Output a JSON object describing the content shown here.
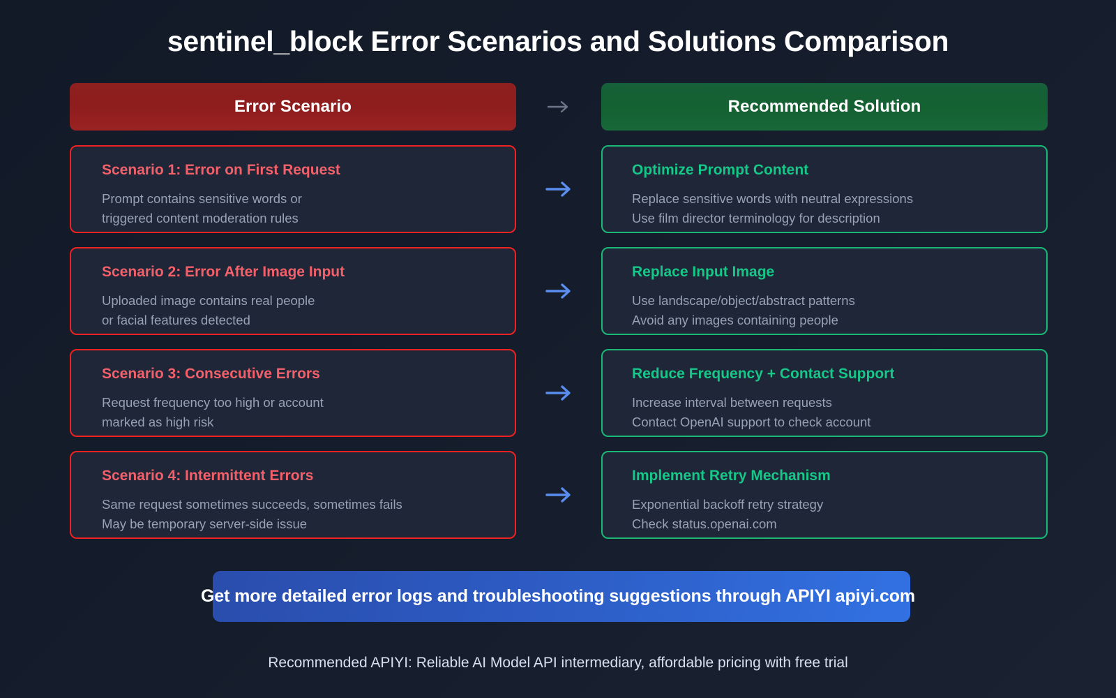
{
  "page": {
    "title": "sentinel_block Error Scenarios and Solutions Comparison",
    "background_color": "#151d2c"
  },
  "headers": {
    "left_label": "Error Scenario",
    "left_color": "#8e1d1d",
    "right_label": "Recommended Solution",
    "right_color": "#146131",
    "arrow_icon": "arrow-right-icon",
    "arrow_color": "#6d7789"
  },
  "rows": [
    {
      "arrow_icon": "arrow-right-icon",
      "error": {
        "title": "Scenario 1: Error on First Request",
        "line1": "Prompt contains sensitive words or",
        "line2": "triggered content moderation rules",
        "border_color": "#f02121",
        "title_color": "#f4606a"
      },
      "solution": {
        "title": "Optimize Prompt Content",
        "line1": "Replace sensitive words with neutral expressions",
        "line2": "Use film director terminology for description",
        "border_color": "#19b877",
        "title_color": "#16c788"
      }
    },
    {
      "arrow_icon": "arrow-right-icon",
      "error": {
        "title": "Scenario 2: Error After Image Input",
        "line1": "Uploaded image contains real people",
        "line2": "or facial features detected",
        "border_color": "#f02121",
        "title_color": "#f4606a"
      },
      "solution": {
        "title": "Replace Input Image",
        "line1": "Use landscape/object/abstract patterns",
        "line2": "Avoid any images containing people",
        "border_color": "#19b877",
        "title_color": "#16c788"
      }
    },
    {
      "arrow_icon": "arrow-right-icon",
      "error": {
        "title": "Scenario 3: Consecutive Errors",
        "line1": "Request frequency too high or account",
        "line2": "marked as high risk",
        "border_color": "#f02121",
        "title_color": "#f4606a"
      },
      "solution": {
        "title": "Reduce Frequency + Contact Support",
        "line1": "Increase interval between requests",
        "line2": "Contact OpenAI support to check account",
        "border_color": "#19b877",
        "title_color": "#16c788"
      }
    },
    {
      "arrow_icon": "arrow-right-icon",
      "error": {
        "title": "Scenario 4: Intermittent Errors",
        "line1": "Same request sometimes succeeds, sometimes fails",
        "line2": "May be temporary server-side issue",
        "border_color": "#f02121",
        "title_color": "#f4606a"
      },
      "solution": {
        "title": "Implement Retry Mechanism",
        "line1": "Exponential backoff retry strategy",
        "line2": "Check status.openai.com",
        "border_color": "#19b877",
        "title_color": "#16c788"
      }
    }
  ],
  "banner": {
    "text": "Get more detailed error logs and troubleshooting suggestions through APIYI apiyi.com",
    "color": "#2d5cc4"
  },
  "footer": {
    "text": "Recommended APIYI: Reliable AI Model API intermediary, affordable pricing with free trial"
  }
}
